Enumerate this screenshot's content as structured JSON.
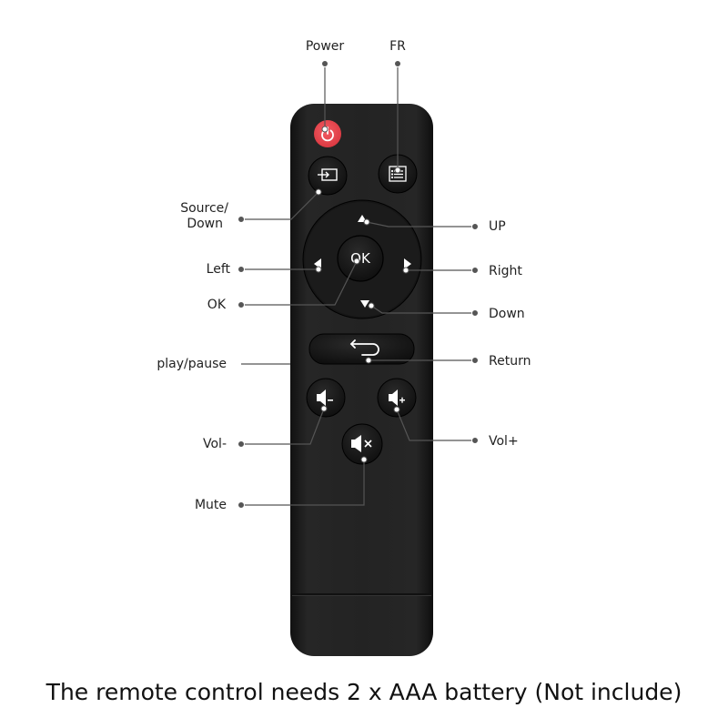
{
  "labels": {
    "power": "Power",
    "fr": "FR",
    "source_down": [
      "Source/",
      "Down"
    ],
    "left": "Left",
    "ok": "OK",
    "play_pause": "play/pause",
    "vol_minus": "Vol-",
    "mute": "Mute",
    "up": "UP",
    "right": "Right",
    "down": "Down",
    "return": "Return",
    "vol_plus": "Vol+"
  },
  "buttons": {
    "ok_text": "OK"
  },
  "caption": "The remote control needs 2 x AAA battery (Not include)",
  "colors": {
    "body": "#1e1e1e",
    "button": "#151515",
    "power": "#e8434b",
    "icon": "#ffffff",
    "leader": "#555555"
  }
}
